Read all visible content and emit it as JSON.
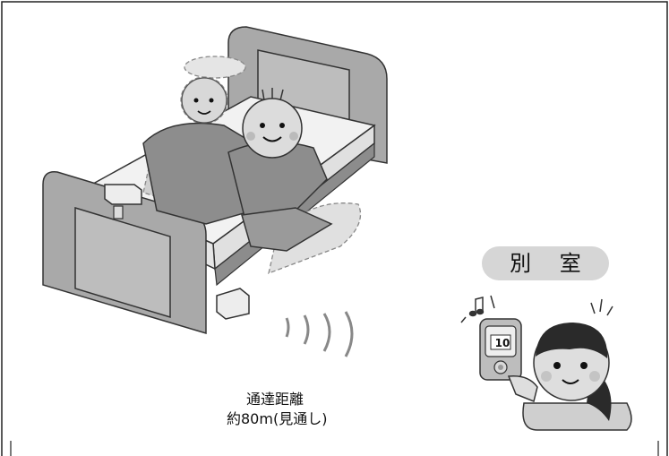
{
  "labels": {
    "room": "別 室",
    "range_title": "通達距離",
    "range_sub": "約80m(見通し)"
  },
  "device": {
    "screen_number": "10"
  },
  "icons": [
    "bed-illustration",
    "elderly-person-icon",
    "caregiver-girl-icon",
    "sensor-device-icon",
    "receiver-phone-icon",
    "radio-wave-icon",
    "music-note-icon"
  ]
}
